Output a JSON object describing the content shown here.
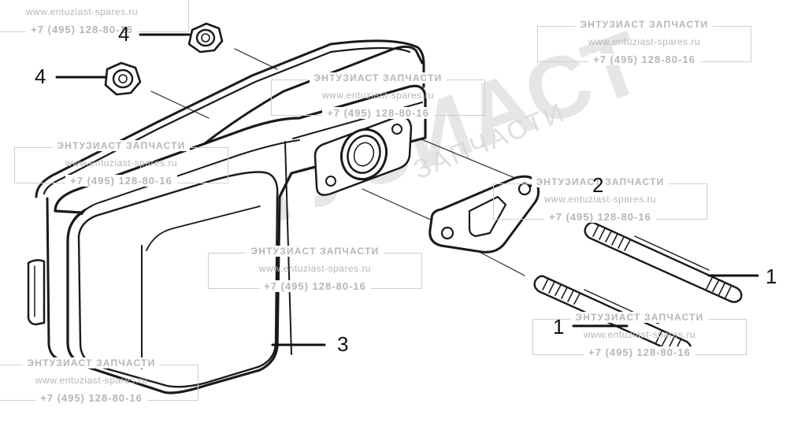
{
  "watermark": {
    "title": "ЭНТУЗИАСТ ЗАПЧАСТИ",
    "url": "www.entuziast-spares.ru",
    "phone": "+7 (495) 128-80-16",
    "big_text": "ЭНТУЗИАСТ",
    "small_text": "ЗАПЧАСТИ"
  },
  "callouts": {
    "nut_upper": "4",
    "nut_lower": "4",
    "gasket": "2",
    "muffler": "3",
    "stud_upper": "1",
    "stud_lower": "1"
  }
}
